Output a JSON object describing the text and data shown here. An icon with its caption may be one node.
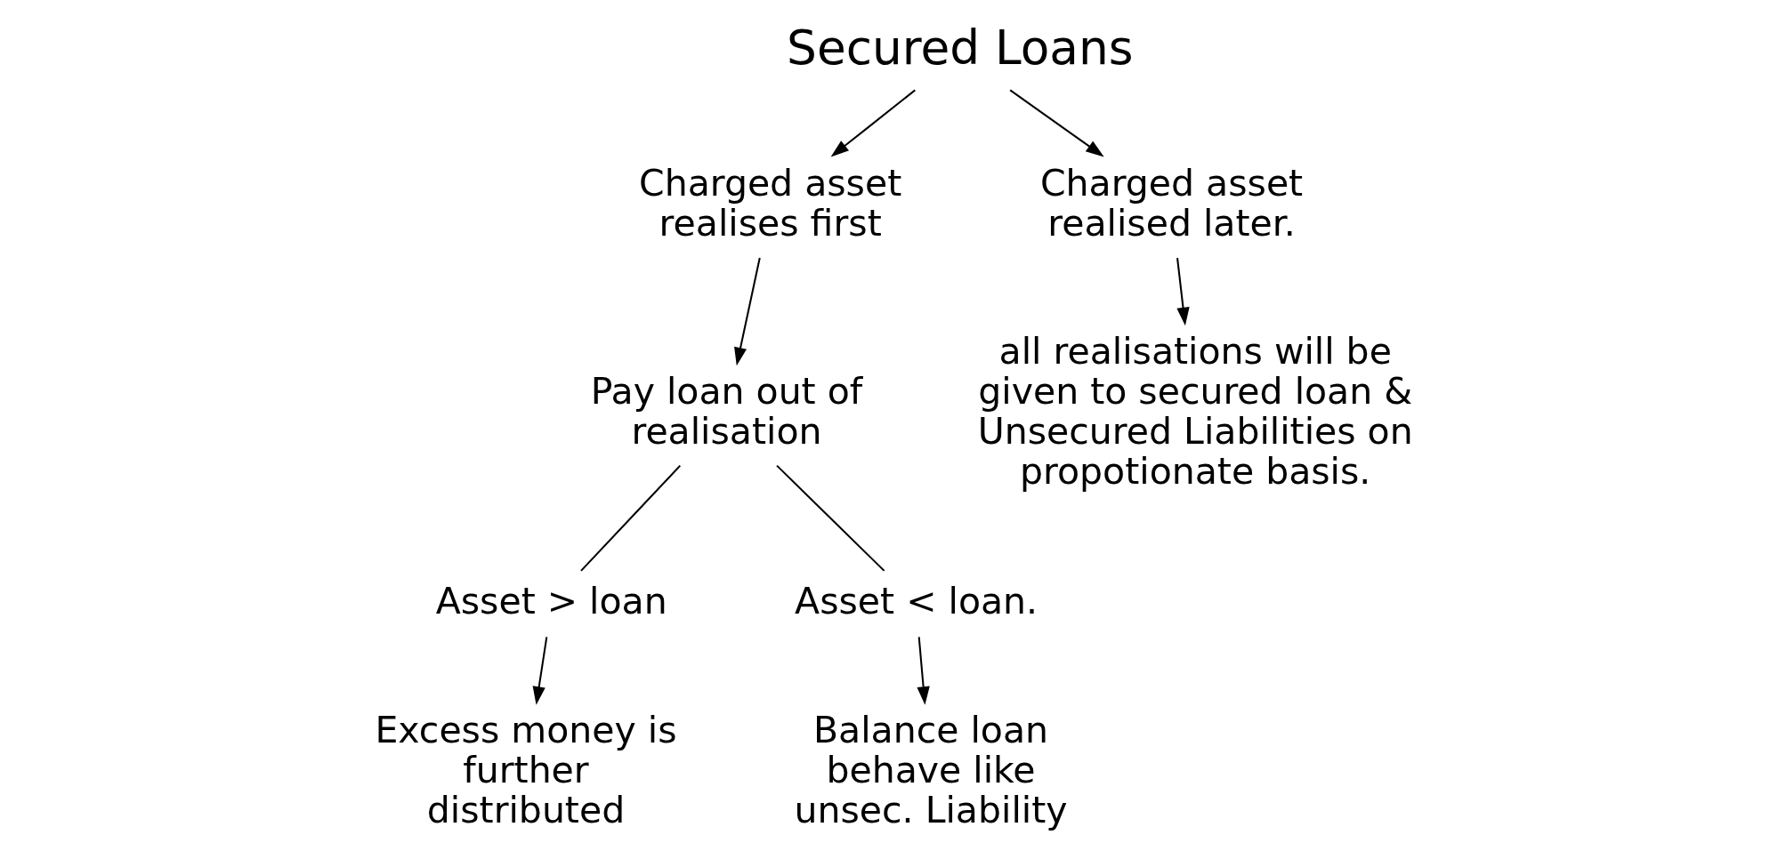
{
  "diagram": {
    "nodes": [
      {
        "text": [
          "Secured Loans"
        ]
      },
      {
        "text": [
          "Charged asset realises first"
        ]
      },
      {
        "text": [
          "Charged asset realised later."
        ]
      },
      {
        "text": [
          "Pay loan out of realisation"
        ]
      },
      {
        "text": [
          "all realisations will be given to secured loan & Unsecured Liabilities on propotionate basis."
        ]
      },
      {
        "text": [
          "Asset > loan"
        ]
      },
      {
        "text": [
          "Asset < loan."
        ]
      },
      {
        "text": [
          "Excess money is further distributed"
        ]
      },
      {
        "text": [
          "Balance loan behave like unsec. Liability"
        ]
      }
    ],
    "edges": [
      {
        "from": 0,
        "to": 1,
        "arrow": "to"
      },
      {
        "from": 0,
        "to": 2,
        "arrow": "to"
      },
      {
        "from": 1,
        "to": 3,
        "arrow": "to"
      },
      {
        "from": 2,
        "to": 4,
        "arrow": "to"
      },
      {
        "from": 3,
        "to": 5,
        "arrow": "none"
      },
      {
        "from": 3,
        "to": 6,
        "arrow": "none"
      },
      {
        "from": 5,
        "to": 7,
        "arrow": "to"
      },
      {
        "from": 6,
        "to": 8,
        "arrow": "to"
      }
    ]
  }
}
